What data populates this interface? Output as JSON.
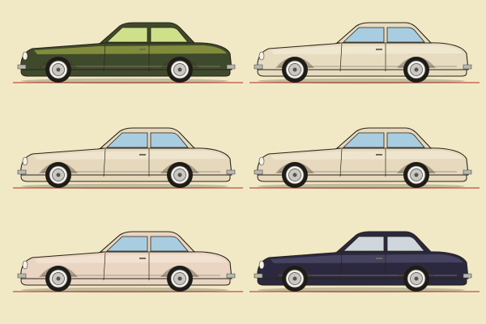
{
  "image": {
    "subject": "six-car-side-view-comparison-sketch",
    "background_color": "#f1e9c6",
    "ground_line_color": "#c24d3d"
  },
  "cars": [
    {
      "id": "car-1",
      "body_color": "#3f4a2c",
      "highlight_color": "#b6c24a",
      "glass_color": "#cfe08a",
      "roof": "hardtop"
    },
    {
      "id": "car-2",
      "body_color": "#e7dcc0",
      "highlight_color": "#f7f0dc",
      "glass_color": "#a9cde0",
      "roof": "hardtop"
    },
    {
      "id": "car-3",
      "body_color": "#e6d8bc",
      "highlight_color": "#f6efdc",
      "glass_color": "#a9cde0",
      "roof": "hardtop"
    },
    {
      "id": "car-4",
      "body_color": "#e6d9be",
      "highlight_color": "#f6efdc",
      "glass_color": "#a9cde0",
      "roof": "hardtop"
    },
    {
      "id": "car-5",
      "body_color": "#ead5c2",
      "highlight_color": "#f7eadc",
      "glass_color": "#a9cde0",
      "roof": "hardtop"
    },
    {
      "id": "car-6",
      "body_color": "#2b2840",
      "highlight_color": "#5b5a78",
      "glass_color": "#cfd6dc",
      "roof": "hardtop"
    }
  ]
}
